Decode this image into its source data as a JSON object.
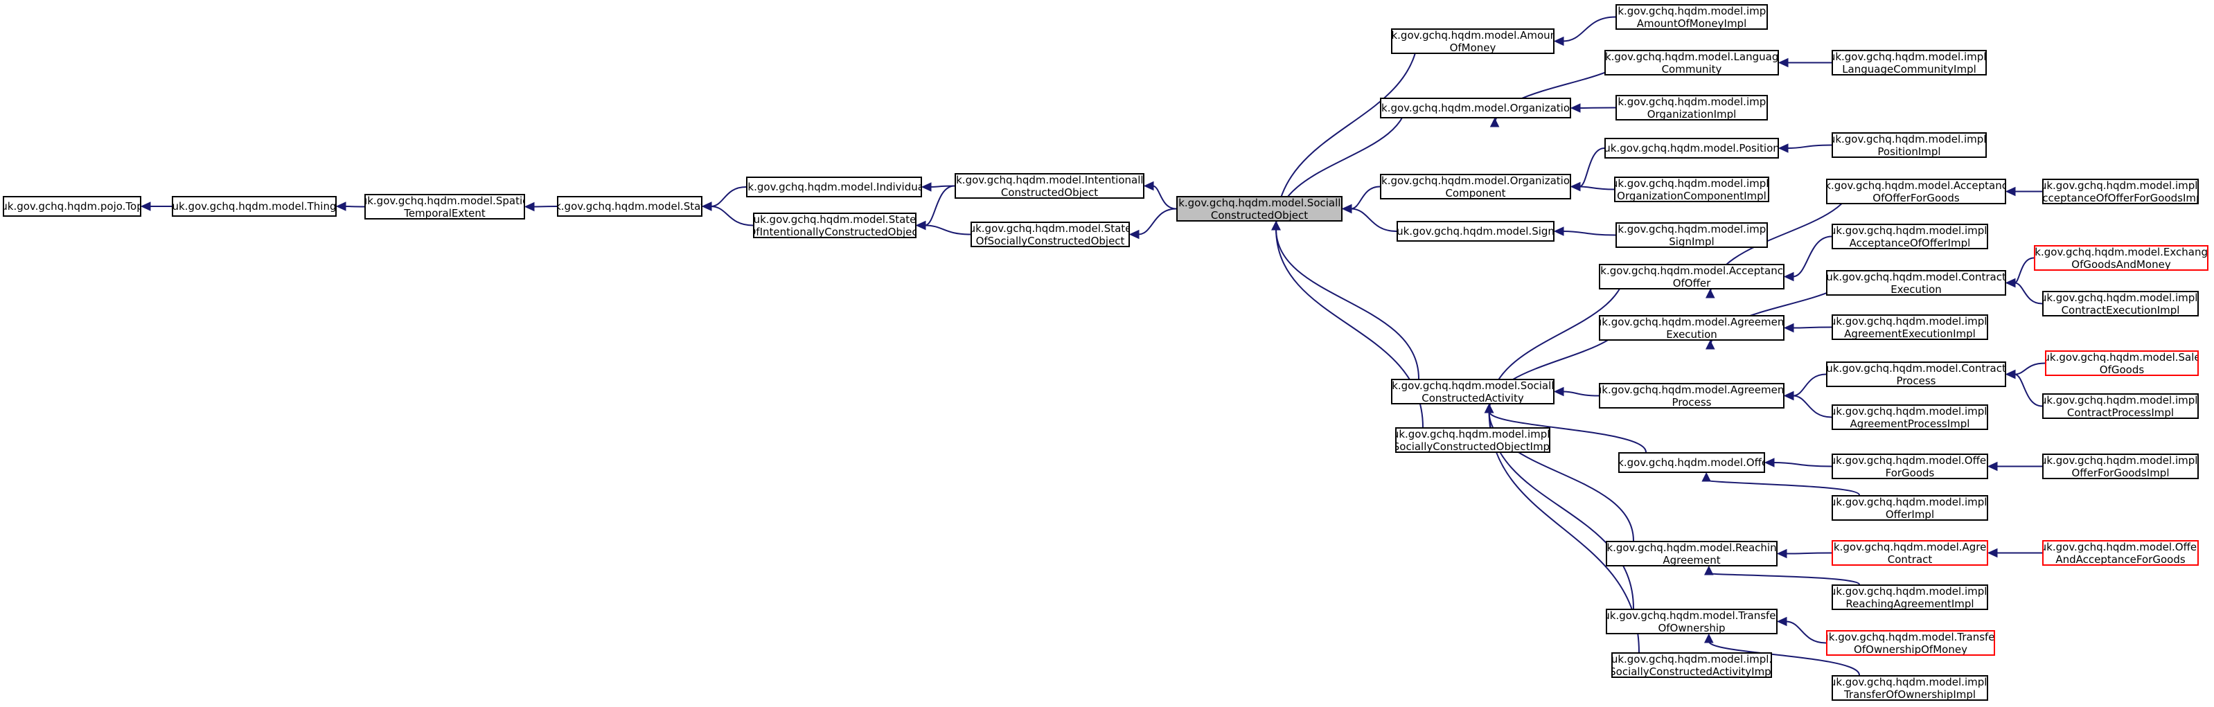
{
  "nodes": {
    "top": {
      "lines": [
        "uk.gov.gchq.hqdm.pojo.Top"
      ]
    },
    "thing": {
      "lines": [
        "uk.gov.gchq.hqdm.model.Thing"
      ]
    },
    "spatio": {
      "lines": [
        "uk.gov.gchq.hqdm.model.Spatio",
        "TemporalExtent"
      ]
    },
    "state": {
      "lines": [
        "uk.gov.gchq.hqdm.model.State"
      ]
    },
    "individual": {
      "lines": [
        "uk.gov.gchq.hqdm.model.Individual"
      ]
    },
    "soico": {
      "lines": [
        "uk.gov.gchq.hqdm.model.State",
        "OfIntentionallyConstructedObject"
      ]
    },
    "ico": {
      "lines": [
        "uk.gov.gchq.hqdm.model.Intentionally",
        "ConstructedObject"
      ]
    },
    "sosco": {
      "lines": [
        "uk.gov.gchq.hqdm.model.State",
        "OfSociallyConstructedObject"
      ]
    },
    "sco": {
      "lines": [
        "uk.gov.gchq.hqdm.model.Socially",
        "ConstructedObject"
      ]
    },
    "amount": {
      "lines": [
        "uk.gov.gchq.hqdm.model.Amount",
        "OfMoney"
      ]
    },
    "organization": {
      "lines": [
        "uk.gov.gchq.hqdm.model.Organization"
      ]
    },
    "orgcomp": {
      "lines": [
        "uk.gov.gchq.hqdm.model.Organization",
        "Component"
      ]
    },
    "sign": {
      "lines": [
        "uk.gov.gchq.hqdm.model.Sign"
      ]
    },
    "sca": {
      "lines": [
        "uk.gov.gchq.hqdm.model.Socially",
        "ConstructedActivity"
      ]
    },
    "scoimpl": {
      "lines": [
        "uk.gov.gchq.hqdm.model.impl.",
        "SociallyConstructedObjectImpl"
      ]
    },
    "amountimpl": {
      "lines": [
        "uk.gov.gchq.hqdm.model.impl.",
        "AmountOfMoneyImpl"
      ]
    },
    "langcomm": {
      "lines": [
        "uk.gov.gchq.hqdm.model.Language",
        "Community"
      ]
    },
    "orgimpl": {
      "lines": [
        "uk.gov.gchq.hqdm.model.impl.",
        "OrganizationImpl"
      ]
    },
    "position": {
      "lines": [
        "uk.gov.gchq.hqdm.model.Position"
      ]
    },
    "orgcompimpl": {
      "lines": [
        "uk.gov.gchq.hqdm.model.impl.",
        "OrganizationComponentImpl"
      ]
    },
    "signimpl": {
      "lines": [
        "uk.gov.gchq.hqdm.model.impl.",
        "SignImpl"
      ]
    },
    "langcommimpl": {
      "lines": [
        "uk.gov.gchq.hqdm.model.impl.",
        "LanguageCommunityImpl"
      ]
    },
    "positionimpl": {
      "lines": [
        "uk.gov.gchq.hqdm.model.impl.",
        "PositionImpl"
      ]
    },
    "aoo": {
      "lines": [
        "uk.gov.gchq.hqdm.model.Acceptance",
        "OfOffer"
      ]
    },
    "agrexec": {
      "lines": [
        "uk.gov.gchq.hqdm.model.Agreement",
        "Execution"
      ]
    },
    "agrproc": {
      "lines": [
        "uk.gov.gchq.hqdm.model.Agreement",
        "Process"
      ]
    },
    "offer": {
      "lines": [
        "uk.gov.gchq.hqdm.model.Offer"
      ]
    },
    "reaching": {
      "lines": [
        "uk.gov.gchq.hqdm.model.Reaching",
        "Agreement"
      ]
    },
    "transfer": {
      "lines": [
        "uk.gov.gchq.hqdm.model.Transfer",
        "OfOwnership"
      ]
    },
    "scaimpl": {
      "lines": [
        "uk.gov.gchq.hqdm.model.impl.",
        "SociallyConstructedActivityImpl"
      ]
    },
    "aoofg": {
      "lines": [
        "uk.gov.gchq.hqdm.model.Acceptance",
        "OfOfferForGoods"
      ]
    },
    "aooimpl": {
      "lines": [
        "uk.gov.gchq.hqdm.model.impl.",
        "AcceptanceOfOfferImpl"
      ]
    },
    "contractexec": {
      "lines": [
        "uk.gov.gchq.hqdm.model.Contract",
        "Execution"
      ]
    },
    "agrexecimpl": {
      "lines": [
        "uk.gov.gchq.hqdm.model.impl.",
        "AgreementExecutionImpl"
      ]
    },
    "contractproc": {
      "lines": [
        "uk.gov.gchq.hqdm.model.Contract",
        "Process"
      ]
    },
    "agrprocimpl": {
      "lines": [
        "uk.gov.gchq.hqdm.model.impl.",
        "AgreementProcessImpl"
      ]
    },
    "offerfg": {
      "lines": [
        "uk.gov.gchq.hqdm.model.Offer",
        "ForGoods"
      ]
    },
    "offerimpl": {
      "lines": [
        "uk.gov.gchq.hqdm.model.impl.",
        "OfferImpl"
      ]
    },
    "agreecontract": {
      "lines": [
        "uk.gov.gchq.hqdm.model.Agree",
        "Contract"
      ]
    },
    "reachingimpl": {
      "lines": [
        "uk.gov.gchq.hqdm.model.impl.",
        "ReachingAgreementImpl"
      ]
    },
    "transfermoney": {
      "lines": [
        "uk.gov.gchq.hqdm.model.Transfer",
        "OfOwnershipOfMoney"
      ]
    },
    "transferimpl": {
      "lines": [
        "uk.gov.gchq.hqdm.model.impl.",
        "TransferOfOwnershipImpl"
      ]
    },
    "aoofgimpl": {
      "lines": [
        "uk.gov.gchq.hqdm.model.impl.",
        "AcceptanceOfOfferForGoodsImpl"
      ]
    },
    "exchange": {
      "lines": [
        "uk.gov.gchq.hqdm.model.Exchange",
        "OfGoodsAndMoney"
      ]
    },
    "contractexecimpl": {
      "lines": [
        "uk.gov.gchq.hqdm.model.impl.",
        "ContractExecutionImpl"
      ]
    },
    "saleofgoods": {
      "lines": [
        "uk.gov.gchq.hqdm.model.Sale",
        "OfGoods"
      ]
    },
    "contractprocimpl": {
      "lines": [
        "uk.gov.gchq.hqdm.model.impl.",
        "ContractProcessImpl"
      ]
    },
    "offerfgimpl": {
      "lines": [
        "uk.gov.gchq.hqdm.model.impl.",
        "OfferForGoodsImpl"
      ]
    },
    "offeracceptfg": {
      "lines": [
        "uk.gov.gchq.hqdm.model.Offer",
        "AndAcceptanceForGoods"
      ]
    }
  },
  "focus_node": "sco",
  "undocumented_nodes": [
    "exchange",
    "saleofgoods",
    "agreecontract",
    "offeracceptfg",
    "transfermoney"
  ],
  "edges": [
    [
      "thing",
      "top"
    ],
    [
      "spatio",
      "thing"
    ],
    [
      "state",
      "spatio"
    ],
    [
      "individual",
      "state"
    ],
    [
      "soico",
      "state"
    ],
    [
      "ico",
      "individual"
    ],
    [
      "ico",
      "soico"
    ],
    [
      "sosco",
      "soico"
    ],
    [
      "sco",
      "ico"
    ],
    [
      "sco",
      "sosco"
    ],
    [
      "amount",
      "sco"
    ],
    [
      "organization",
      "sco"
    ],
    [
      "orgcomp",
      "sco"
    ],
    [
      "sign",
      "sco"
    ],
    [
      "sca",
      "sco"
    ],
    [
      "scoimpl",
      "sco"
    ],
    [
      "amountimpl",
      "amount"
    ],
    [
      "langcomm",
      "organization"
    ],
    [
      "orgimpl",
      "organization"
    ],
    [
      "position",
      "orgcomp"
    ],
    [
      "orgcompimpl",
      "orgcomp"
    ],
    [
      "signimpl",
      "sign"
    ],
    [
      "langcommimpl",
      "langcomm"
    ],
    [
      "positionimpl",
      "position"
    ],
    [
      "aoo",
      "sca"
    ],
    [
      "agrexec",
      "sca"
    ],
    [
      "agrproc",
      "sca"
    ],
    [
      "offer",
      "sca"
    ],
    [
      "reaching",
      "sca"
    ],
    [
      "transfer",
      "sca"
    ],
    [
      "scaimpl",
      "sca"
    ],
    [
      "aoofg",
      "aoo"
    ],
    [
      "aooimpl",
      "aoo"
    ],
    [
      "contractexec",
      "agrexec"
    ],
    [
      "agrexecimpl",
      "agrexec"
    ],
    [
      "contractproc",
      "agrproc"
    ],
    [
      "agrprocimpl",
      "agrproc"
    ],
    [
      "offerfg",
      "offer"
    ],
    [
      "offerimpl",
      "offer"
    ],
    [
      "agreecontract",
      "reaching"
    ],
    [
      "reachingimpl",
      "reaching"
    ],
    [
      "transfermoney",
      "transfer"
    ],
    [
      "transferimpl",
      "transfer"
    ],
    [
      "aoofgimpl",
      "aoofg"
    ],
    [
      "exchange",
      "contractexec"
    ],
    [
      "contractexecimpl",
      "contractexec"
    ],
    [
      "saleofgoods",
      "contractproc"
    ],
    [
      "contractprocimpl",
      "contractproc"
    ],
    [
      "offerfgimpl",
      "offerfg"
    ],
    [
      "offeracceptfg",
      "agreecontract"
    ]
  ],
  "colors": {
    "edge": "#191970",
    "border": "#000000",
    "undocumented_border": "#ff0000",
    "focus_fill": "#bfbfbf"
  }
}
